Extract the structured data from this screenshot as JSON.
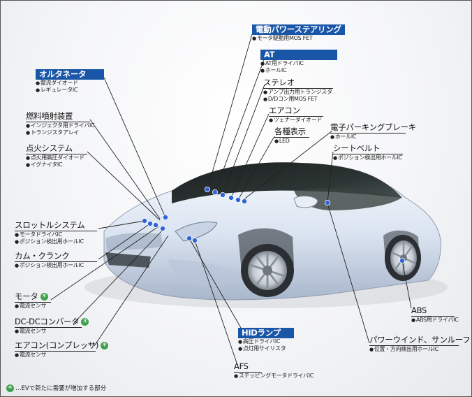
{
  "labels": {
    "power_steering": {
      "title": "電動パワーステアリング",
      "items": [
        "モータ駆動用MOS FET"
      ]
    },
    "at": {
      "title": "AT",
      "items": [
        "AT用ドライバIC",
        "ホールIC"
      ]
    },
    "stereo": {
      "title": "ステレオ",
      "items": [
        "アンプ出力用トランジスタ",
        "D/Dコン用MOS FET"
      ]
    },
    "aircon": {
      "title": "エアコン",
      "items": [
        "ツェナーダイオード"
      ]
    },
    "display": {
      "title": "各種表示",
      "items": [
        "LED"
      ]
    },
    "parking_brake": {
      "title": "電子パーキングブレーキ",
      "items": [
        "ホールIC"
      ]
    },
    "seatbelt": {
      "title": "シートベルト",
      "items": [
        "ポジション検出用ホールIC"
      ]
    },
    "alternator": {
      "title": "オルタネータ",
      "items": [
        "整流ダイオード",
        "レギュレータIC"
      ]
    },
    "fuel_injection": {
      "title": "燃料噴射装置",
      "items": [
        "インジェクタ用ドライバIC",
        "トランジスタアレイ"
      ]
    },
    "ignition": {
      "title": "点火システム",
      "items": [
        "点火用高圧ダイオード",
        "イグナイタIC"
      ]
    },
    "throttle": {
      "title": "スロットルシステム",
      "items": [
        "モータドライバIC",
        "ポジション検出用ホールIC"
      ]
    },
    "cam_crank": {
      "title": "カム・クランク",
      "items": [
        "ポジション検出用ホールIC"
      ]
    },
    "motor": {
      "title": "モータ",
      "items": [
        "電流センサ"
      ]
    },
    "dcdc": {
      "title": "DC-DCコンバータ",
      "items": [
        "電流センサ"
      ]
    },
    "aircon_compressor": {
      "title": "エアコン(コンプレッサ)",
      "items": [
        "電流センサ"
      ]
    },
    "hid": {
      "title": "HIDランプ",
      "items": [
        "高圧ドライバIC",
        "点灯用サイリスタ"
      ]
    },
    "afs": {
      "title": "AFS",
      "items": [
        "ステッピングモータドライバIC"
      ]
    },
    "power_window": {
      "title": "パワーウインド、サンルーフ",
      "items": [
        "位置・方向検出用ホールIC"
      ]
    },
    "abs": {
      "title": "ABS",
      "items": [
        "ABS用ドライバIC"
      ]
    }
  },
  "ev_mark": "＊",
  "legend_text": "…EVで新たに需要が増加する部分",
  "colors": {
    "accent_box": "#1a56a8",
    "ev_mark": "#3aa04a",
    "dot": "#2f63d6",
    "car_body": "#dde6f2"
  }
}
